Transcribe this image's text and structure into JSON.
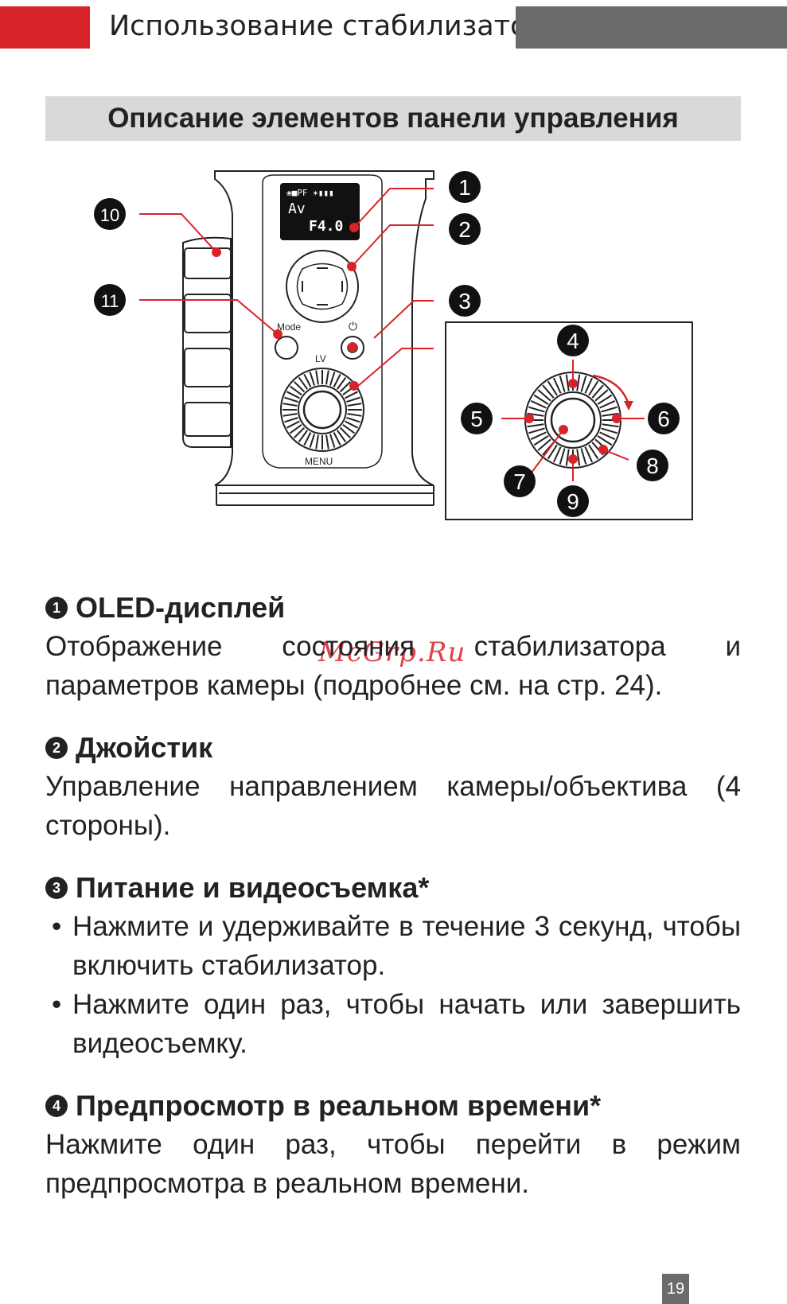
{
  "header": {
    "title": "Использование стабилизатора"
  },
  "section": {
    "title": "Описание элементов панели управления"
  },
  "diagram": {
    "oled_line1": "❀■PF ✶▮▮▮",
    "oled_av": "Av",
    "oled_f": "F4.0",
    "mode_label": "Mode",
    "lv_label": "LV",
    "menu_label": "MENU",
    "power_symbol": "⏻",
    "callouts": [
      "1",
      "2",
      "3",
      "4",
      "5",
      "6",
      "7",
      "8",
      "9",
      "10",
      "11"
    ]
  },
  "watermark": "McGrp.Ru",
  "items": [
    {
      "num": "1",
      "title": "OLED-дисплей",
      "text": "Отображение состояния стабилизатора и параметров камеры (подробнее см. на стр. 24)."
    },
    {
      "num": "2",
      "title": "Джойстик",
      "text": "Управление направлением камеры/объектива (4 стороны)."
    },
    {
      "num": "3",
      "title": "Питание и видеосъемка*",
      "bullets": [
        "Нажмите и удерживайте в течение 3 секунд, чтобы включить стабилизатор.",
        "Нажмите один раз, чтобы начать или завершить видеосъемку."
      ]
    },
    {
      "num": "4",
      "title": "Предпросмотр в реальном времени*",
      "text": "Нажмите один раз, чтобы перейти в режим предпросмотра в реальном времени."
    }
  ],
  "page_number": "19",
  "colors": {
    "accent": "#d9232a",
    "gray": "#6b6b6c",
    "bar": "#d9d9d9"
  }
}
